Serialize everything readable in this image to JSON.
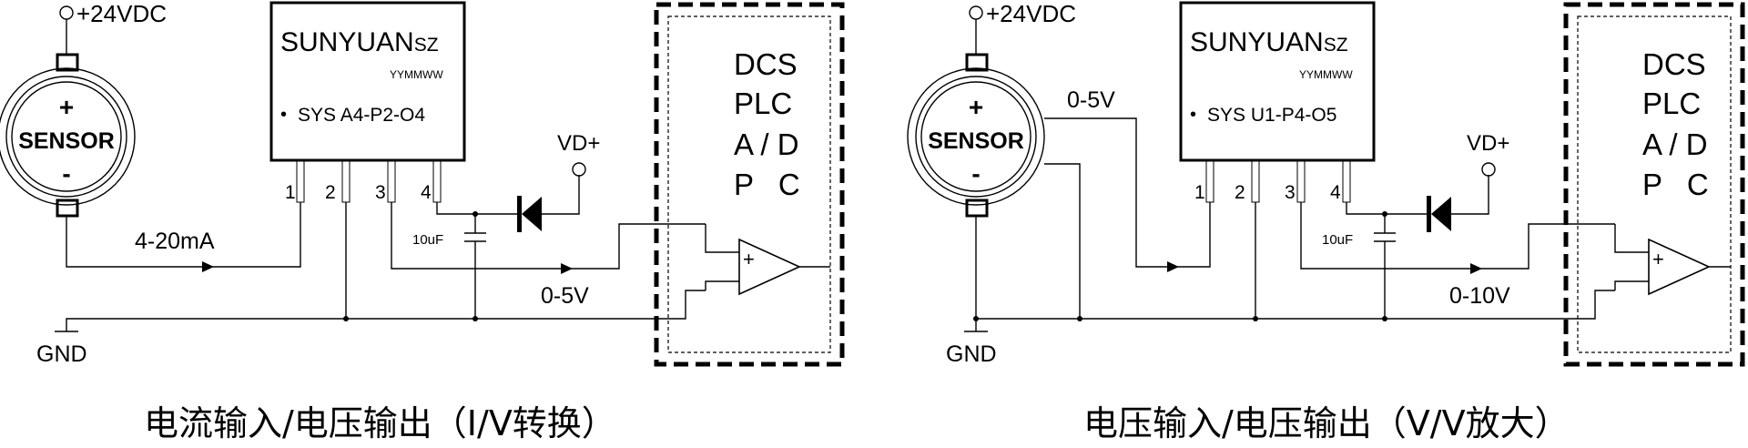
{
  "left": {
    "supply": "+24VDC",
    "sensor": {
      "plus": "+",
      "label": "SENSOR",
      "minus": "-"
    },
    "module": {
      "brand": "SUNYUAN",
      "brand_sub": "SZ",
      "date_code": "YYMMWW",
      "bullet": "•",
      "model": "SYS A4-P2-O4"
    },
    "pins": [
      "1",
      "2",
      "3",
      "4"
    ],
    "signal_in": "4-20mA",
    "vd": "VD+",
    "cap": "10uF",
    "signal_out": "0-5V",
    "gnd": "GND",
    "system": [
      "DCS",
      "PLC",
      "A / D",
      "P   C"
    ],
    "opamp_plus": "+",
    "caption": "电流输入/电压输出（I/V转换）"
  },
  "right": {
    "supply": "+24VDC",
    "sensor": {
      "plus": "+",
      "label": "SENSOR",
      "minus": "-"
    },
    "module": {
      "brand": "SUNYUAN",
      "brand_sub": "SZ",
      "date_code": "YYMMWW",
      "bullet": "•",
      "model": "SYS U1-P4-O5"
    },
    "pins": [
      "1",
      "2",
      "3",
      "4"
    ],
    "signal_in": "0-5V",
    "vd": "VD+",
    "cap": "10uF",
    "signal_out": "0-10V",
    "gnd": "GND",
    "system": [
      "DCS",
      "PLC",
      "A / D",
      "P   C"
    ],
    "opamp_plus": "+",
    "caption": "电压输入/电压输出（V/V放大）"
  }
}
